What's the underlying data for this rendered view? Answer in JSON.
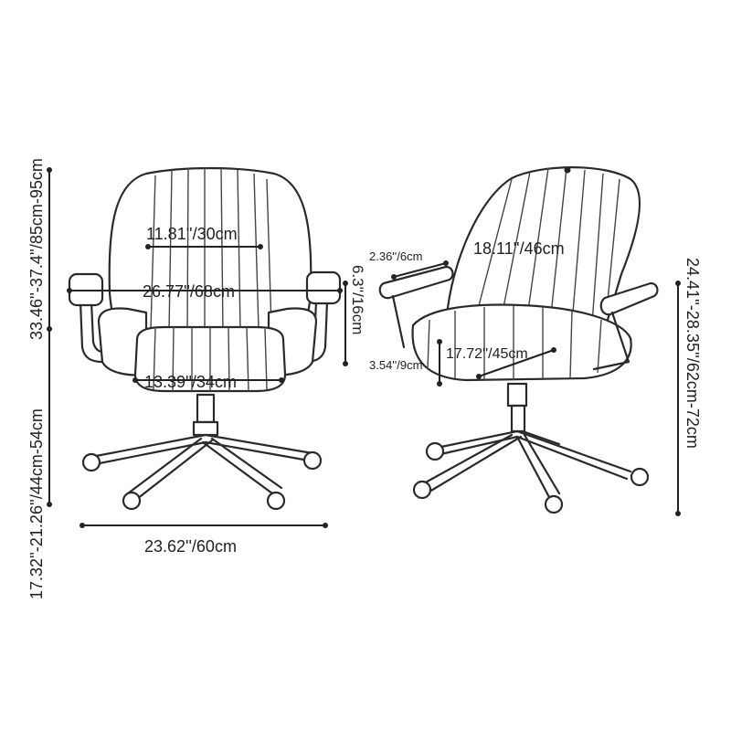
{
  "colors": {
    "line": "#222222",
    "background": "#ffffff"
  },
  "front_view": {
    "back_inner_width": "11.81''/30cm",
    "overall_width": "26.77''/68cm",
    "seat_width": "13.39''/34cm",
    "base_width": "23.62''/60cm",
    "overall_height": "33.46''-37.4''/85cm-95cm",
    "seat_height": "17.32''-21.26''/44cm-54cm",
    "armrest_height": "6.3''/16cm"
  },
  "side_view": {
    "armrest_width": "2.36''/6cm",
    "back_height": "18.11''/46cm",
    "seat_depth": "17.72''/45cm",
    "seat_thickness": "3.54''/9cm",
    "armrest_floor_height": "24.41''-28.35''/62cm-72cm"
  }
}
